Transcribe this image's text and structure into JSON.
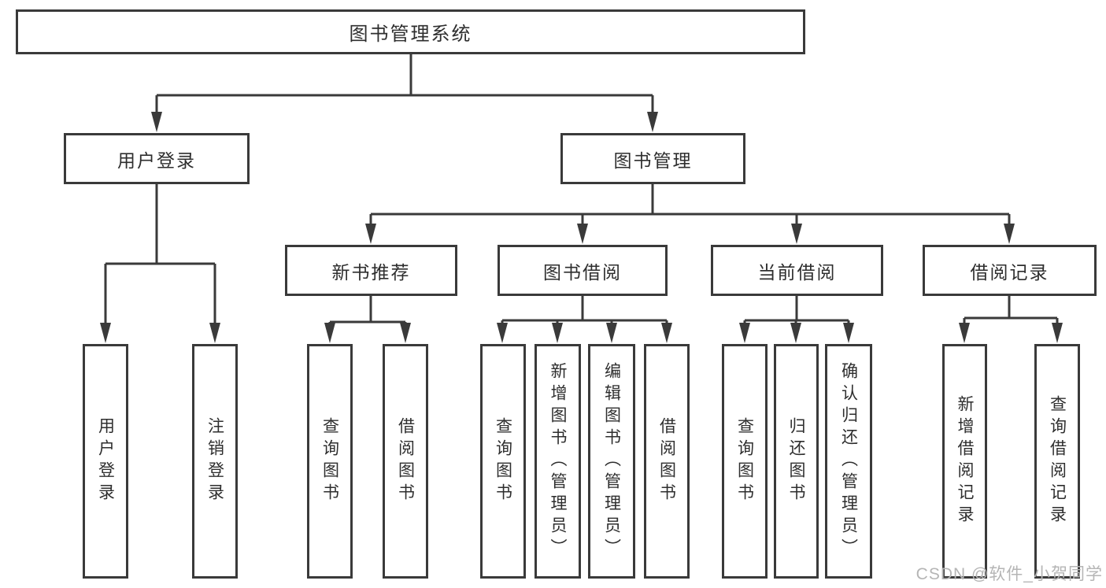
{
  "tree": {
    "root": {
      "label": "图书管理系统",
      "children": [
        {
          "label": "用户登录",
          "children": [
            {
              "label": "用户登录"
            },
            {
              "label": "注销登录"
            }
          ]
        },
        {
          "label": "图书管理",
          "children": [
            {
              "label": "新书推荐",
              "children": [
                {
                  "label": "查询图书"
                },
                {
                  "label": "借阅图书"
                }
              ]
            },
            {
              "label": "图书借阅",
              "children": [
                {
                  "label": "查询图书"
                },
                {
                  "label": "新增图书（管理员）"
                },
                {
                  "label": "编辑图书（管理员）"
                },
                {
                  "label": "借阅图书"
                }
              ]
            },
            {
              "label": "当前借阅",
              "children": [
                {
                  "label": "查询图书"
                },
                {
                  "label": "归还图书"
                },
                {
                  "label": "确认归还（管理员）"
                }
              ]
            },
            {
              "label": "借阅记录",
              "children": [
                {
                  "label": "新增借阅记录"
                },
                {
                  "label": "查询借阅记录"
                }
              ]
            }
          ]
        }
      ]
    }
  },
  "watermark": {
    "text": "CSDN @软件_小贺同学"
  },
  "colors": {
    "line": "#3a3a3a",
    "text": "#2e2e2e",
    "box_background": "#ffffff",
    "watermark": "#b5b5b5",
    "page_background": "#ffffff"
  }
}
